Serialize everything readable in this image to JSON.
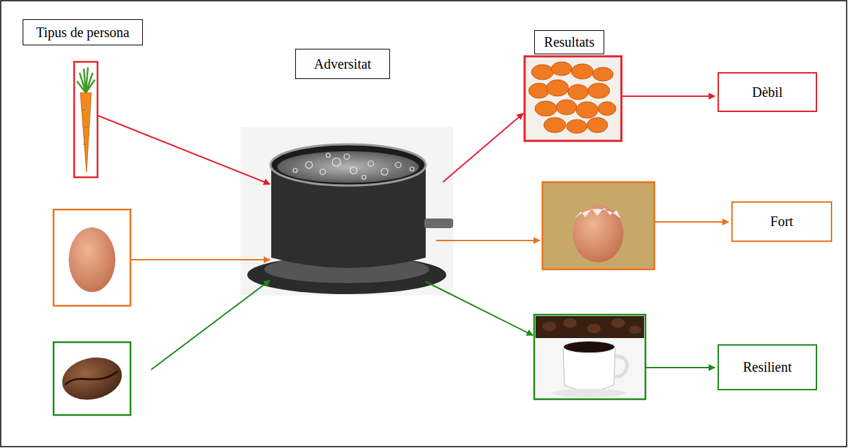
{
  "diagram": {
    "nodes": [
      {
        "text": [
          "Tipus de persona"
        ]
      },
      {
        "text": [
          "Adversitat"
        ]
      },
      {
        "text": [
          "Resultats"
        ]
      },
      {
        "text": [
          "Dèbil"
        ]
      },
      {
        "text": [
          "Fort"
        ]
      },
      {
        "text": [
          "Resilient"
        ]
      }
    ],
    "edges": []
  }
}
